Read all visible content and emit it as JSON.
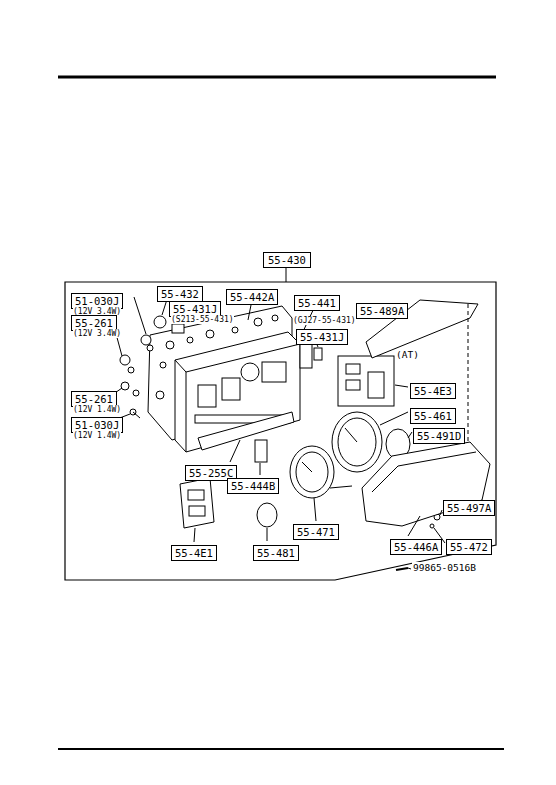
{
  "diagram": {
    "nodes": [
      {
        "text": [
          "55-430"
        ]
      },
      {
        "text": [
          "51-030J",
          "(12V 3.4W)"
        ],
        "in": 0
      },
      {
        "text": [
          "55-432"
        ],
        "in": 0
      },
      {
        "text": [
          "55-431J",
          "(S213-55-431)"
        ],
        "in": 0
      },
      {
        "text": [
          "55-442A"
        ],
        "in": 0
      },
      {
        "text": [
          "55-441"
        ],
        "in": 0
      },
      {
        "text": [
          "55-489A"
        ],
        "in": 0
      },
      {
        "text": [
          "55-261",
          "(12V 3.4W)"
        ],
        "in": 0
      },
      {
        "text": [
          "55-431J",
          "(GJ27-55-431)"
        ],
        "in": 0
      },
      {
        "text": [
          "55-4E3"
        ],
        "in": 0
      },
      {
        "text": [
          "55-261",
          "(12V 1.4W)"
        ],
        "in": 0
      },
      {
        "text": [
          "55-461"
        ],
        "in": 0
      },
      {
        "text": [
          "51-030J",
          "(12V 1.4W)"
        ],
        "in": 0
      },
      {
        "text": [
          "55-491D"
        ],
        "in": 0
      },
      {
        "text": [
          "55-255C"
        ],
        "in": 0
      },
      {
        "text": [
          "55-444B"
        ],
        "in": 0
      },
      {
        "text": [
          "55-497A"
        ],
        "in": 0
      },
      {
        "text": [
          "55-471"
        ],
        "in": 0
      },
      {
        "text": [
          "55-4E1"
        ],
        "in": 0
      },
      {
        "text": [
          "55-481"
        ],
        "in": 0
      },
      {
        "text": [
          "55-446A"
        ],
        "in": 0
      },
      {
        "text": [
          "55-472"
        ],
        "in": 0
      }
    ],
    "edges": [],
    "labels": [
      "(AT)",
      "99865-0516B"
    ]
  }
}
